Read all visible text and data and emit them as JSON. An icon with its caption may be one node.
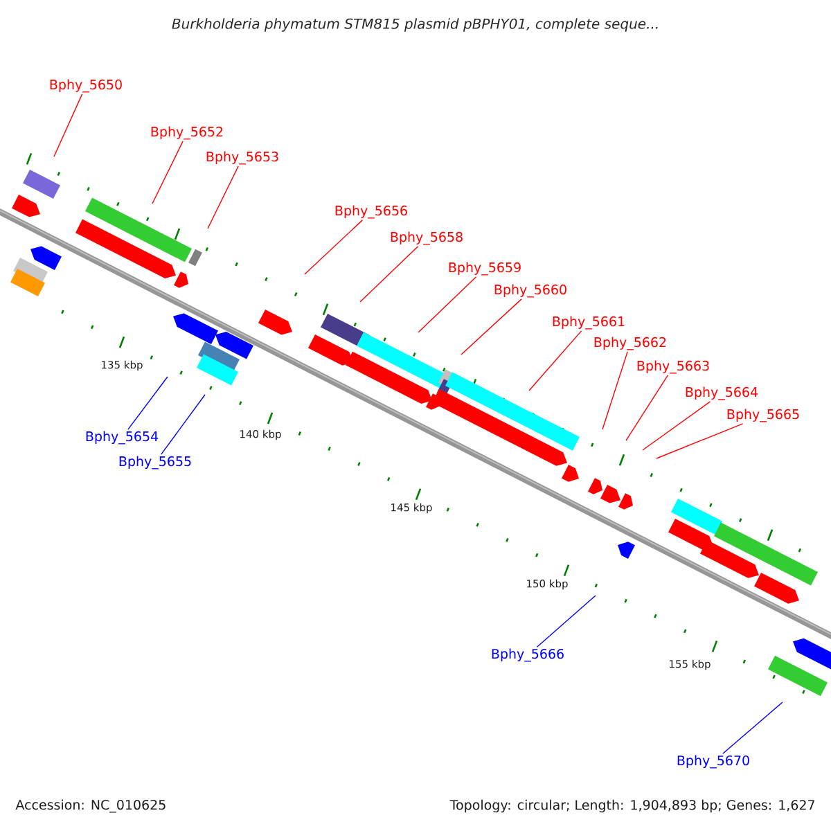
{
  "diagram": {
    "title": "Burkholderia phymatum STM815 plasmid pBPHY01, complete seque...",
    "nodes": [
      {
        "text": [
          "Bphy_5650"
        ]
      },
      {
        "text": [
          "Bphy_5652"
        ]
      },
      {
        "text": [
          "Bphy_5653"
        ]
      },
      {
        "text": [
          "Bphy_5656"
        ]
      },
      {
        "text": [
          "Bphy_5658"
        ]
      },
      {
        "text": [
          "Bphy_5659"
        ]
      },
      {
        "text": [
          "Bphy_5660"
        ]
      },
      {
        "text": [
          "Bphy_5661"
        ]
      },
      {
        "text": [
          "Bphy_5662"
        ]
      },
      {
        "text": [
          "Bphy_5663"
        ]
      },
      {
        "text": [
          "Bphy_5664"
        ]
      },
      {
        "text": [
          "Bphy_5665"
        ]
      },
      {
        "text": [
          "Bphy_5654"
        ]
      },
      {
        "text": [
          "Bphy_5655"
        ]
      },
      {
        "text": [
          "Bphy_5666"
        ]
      },
      {
        "text": [
          "Bphy_5670"
        ]
      }
    ],
    "edges": [
      {
        "from": 0,
        "to": null,
        "arrow": "none"
      },
      {
        "from": 1,
        "to": null,
        "arrow": "none"
      },
      {
        "from": 2,
        "to": null,
        "arrow": "none"
      },
      {
        "from": 3,
        "to": null,
        "arrow": "none"
      },
      {
        "from": 4,
        "to": null,
        "arrow": "none"
      },
      {
        "from": 5,
        "to": null,
        "arrow": "none"
      },
      {
        "from": 6,
        "to": null,
        "arrow": "none"
      },
      {
        "from": 7,
        "to": null,
        "arrow": "none"
      },
      {
        "from": 8,
        "to": null,
        "arrow": "none"
      },
      {
        "from": 9,
        "to": null,
        "arrow": "none"
      },
      {
        "from": 10,
        "to": null,
        "arrow": "none"
      },
      {
        "from": 11,
        "to": null,
        "arrow": "none"
      },
      {
        "from": 12,
        "to": null,
        "arrow": "none",
        "color": "#0000ff"
      },
      {
        "from": 13,
        "to": null,
        "arrow": "none",
        "color": "#0000ff"
      },
      {
        "from": 14,
        "to": null,
        "arrow": "none",
        "color": "#0000ff"
      },
      {
        "from": 15,
        "to": null,
        "arrow": "none",
        "color": "#0000ff"
      }
    ],
    "labels": [
      "135 kbp",
      "140 kbp",
      "145 kbp",
      "150 kbp",
      "155 kbp",
      "Accession: NC_010625",
      "Topology: circular; Length: 1,904,893 bp; Genes: 1,627"
    ]
  }
}
